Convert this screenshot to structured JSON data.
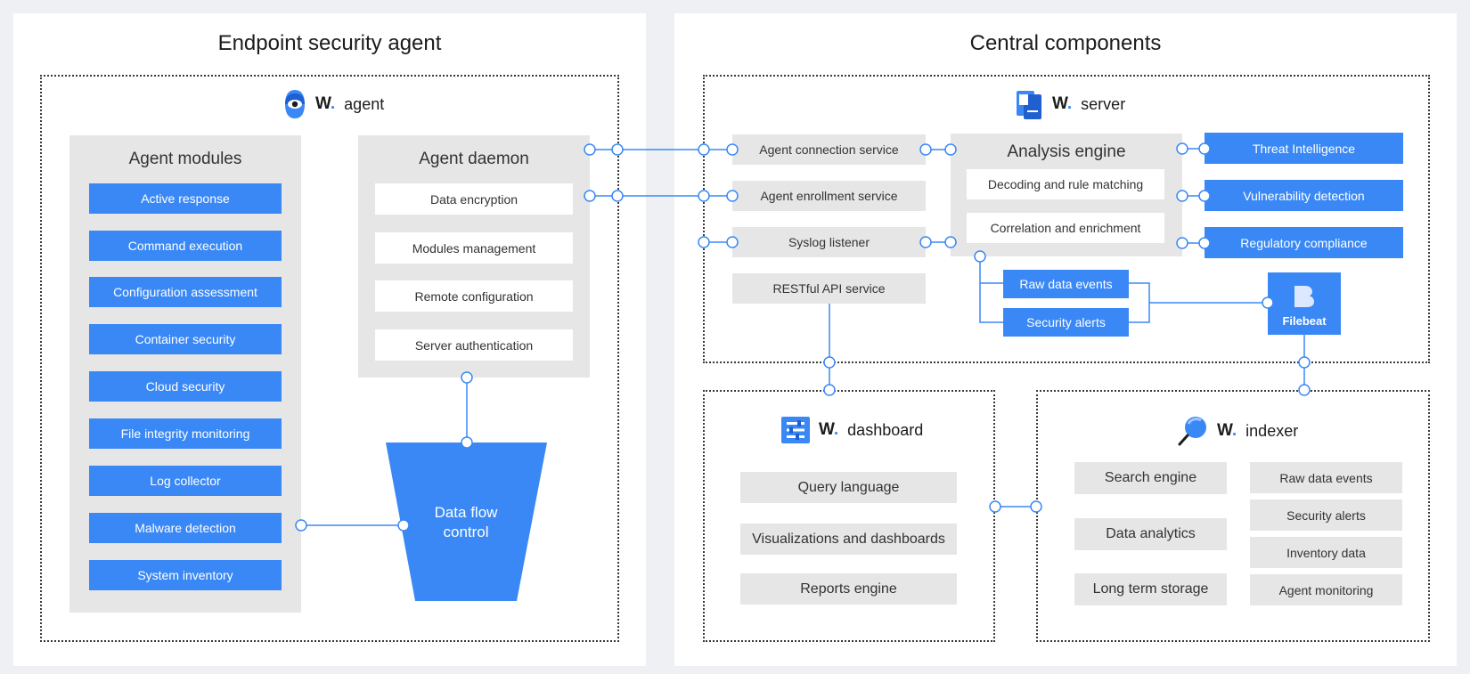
{
  "agent_panel": {
    "title": "Endpoint security agent",
    "brand_label": "agent",
    "modules_title": "Agent modules",
    "modules": [
      "Active response",
      "Command execution",
      "Configuration assessment",
      "Container security",
      "Cloud security",
      "File integrity monitoring",
      "Log collector",
      "Malware detection",
      "System inventory"
    ],
    "daemon_title": "Agent daemon",
    "daemon_items": [
      "Data encryption",
      "Modules management",
      "Remote configuration",
      "Server authentication"
    ],
    "data_flow_line1": "Data flow",
    "data_flow_line2": "control"
  },
  "central_panel": {
    "title": "Central components",
    "server": {
      "brand_label": "server",
      "services": [
        "Agent connection service",
        "Agent enrollment service",
        "Syslog listener",
        "RESTful API service"
      ],
      "analysis_title": "Analysis engine",
      "analysis_items": [
        "Decoding and rule matching",
        "Correlation and enrichment"
      ],
      "outputs": [
        "Threat Intelligence",
        "Vulnerability detection",
        "Regulatory compliance"
      ],
      "events": [
        "Raw data events",
        "Security alerts"
      ],
      "filebeat_label": "Filebeat"
    },
    "dashboard": {
      "brand_label": "dashboard",
      "items": [
        "Query language",
        "Visualizations and dashboards",
        "Reports engine"
      ]
    },
    "indexer": {
      "brand_label": "indexer",
      "left_items": [
        "Search engine",
        "Data analytics",
        "Long term storage"
      ],
      "right_items": [
        "Raw data events",
        "Security alerts",
        "Inventory data",
        "Agent monitoring"
      ]
    }
  },
  "brand_mark": "W",
  "brand_dot": ".",
  "colors": {
    "accent": "#3a88f5",
    "grey_box": "#e6e6e6",
    "background": "#eef0f3"
  }
}
